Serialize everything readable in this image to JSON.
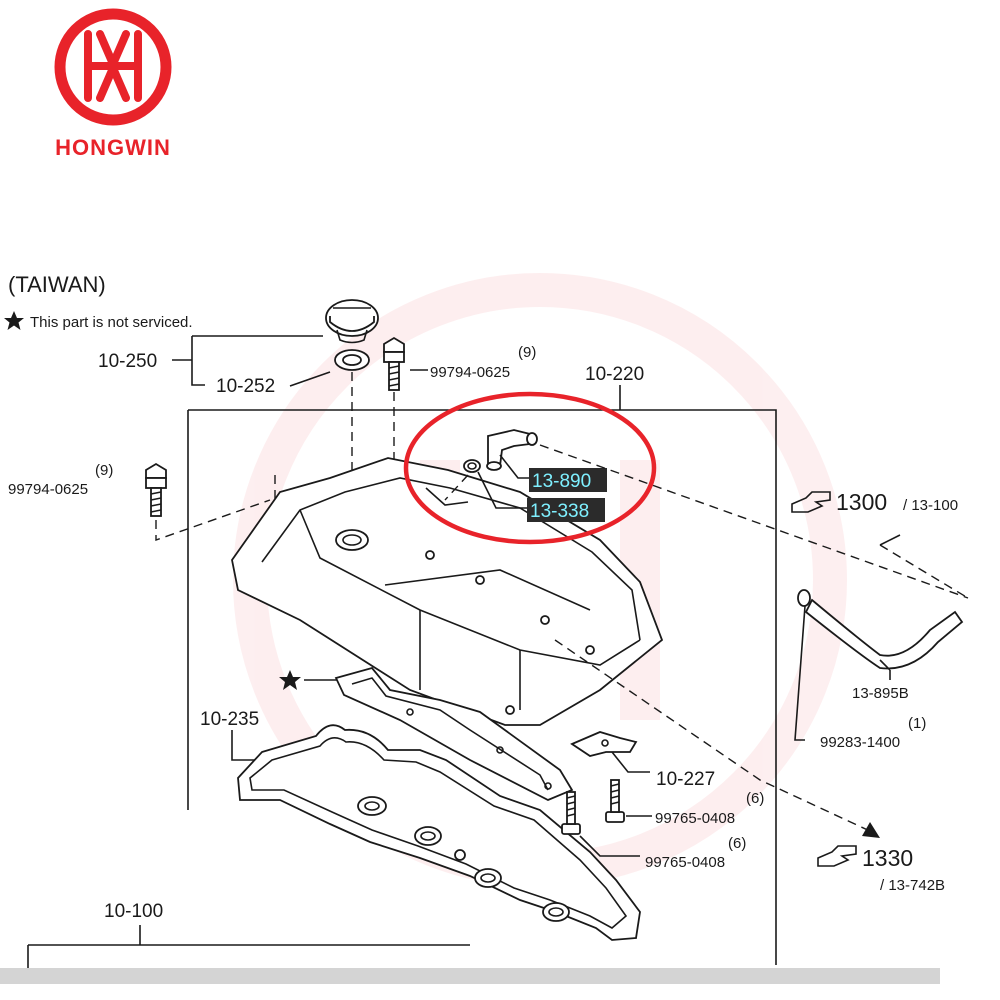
{
  "brand": {
    "name": "HONGWIN",
    "color": "#e8232a"
  },
  "header": {
    "region": "(TAIWAN)",
    "note": "This part is not serviced."
  },
  "highlight": {
    "box_color": "#2b2b2b",
    "text_color": "#7ff0ff",
    "circle_color": "#e8232a"
  },
  "labels": {
    "oil_cap": "10-250",
    "oil_cap_gasket": "10-252",
    "bolt_top": "99794-0625",
    "bolt_top_qty": "(9)",
    "cover_assembly": "10-220",
    "bolt_left": "99794-0625",
    "bolt_left_qty": "(9)",
    "pcv_elbow": "13-890",
    "pcv_grommet": "13-338",
    "ref_1300": "1300",
    "ref_1300_sub": "/ 13-100",
    "hose": "13-895B",
    "clip_qty": "(1)",
    "clip": "99283-1400",
    "not_serviced_gasket_symbol": "★",
    "gasket": "10-235",
    "bracket": "10-227",
    "bolt_bracket_qty": "(6)",
    "bolt_bracket": "99765-0408",
    "bolt_lower_qty": "(6)",
    "bolt_lower": "99765-0408",
    "ref_1330": "1330",
    "ref_1330_sub": "/ 13-742B",
    "cylinder_head": "10-100"
  }
}
